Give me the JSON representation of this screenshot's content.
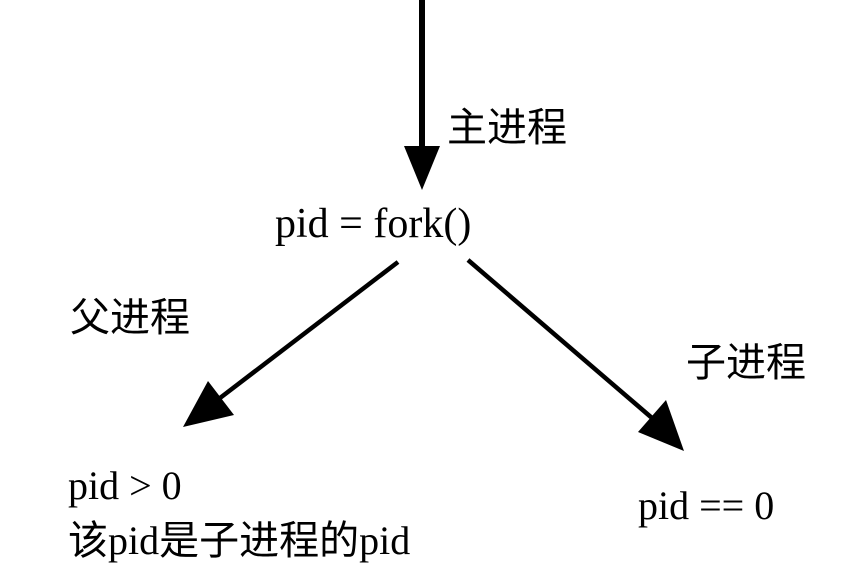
{
  "diagram": {
    "main_process_label": "主进程",
    "fork_call": "pid = fork()",
    "parent_branch_label": "父进程",
    "child_branch_label": "子进程",
    "parent_condition": "pid > 0",
    "parent_note": "该pid是子进程的pid",
    "child_condition": "pid == 0",
    "line_color": "#000000"
  }
}
